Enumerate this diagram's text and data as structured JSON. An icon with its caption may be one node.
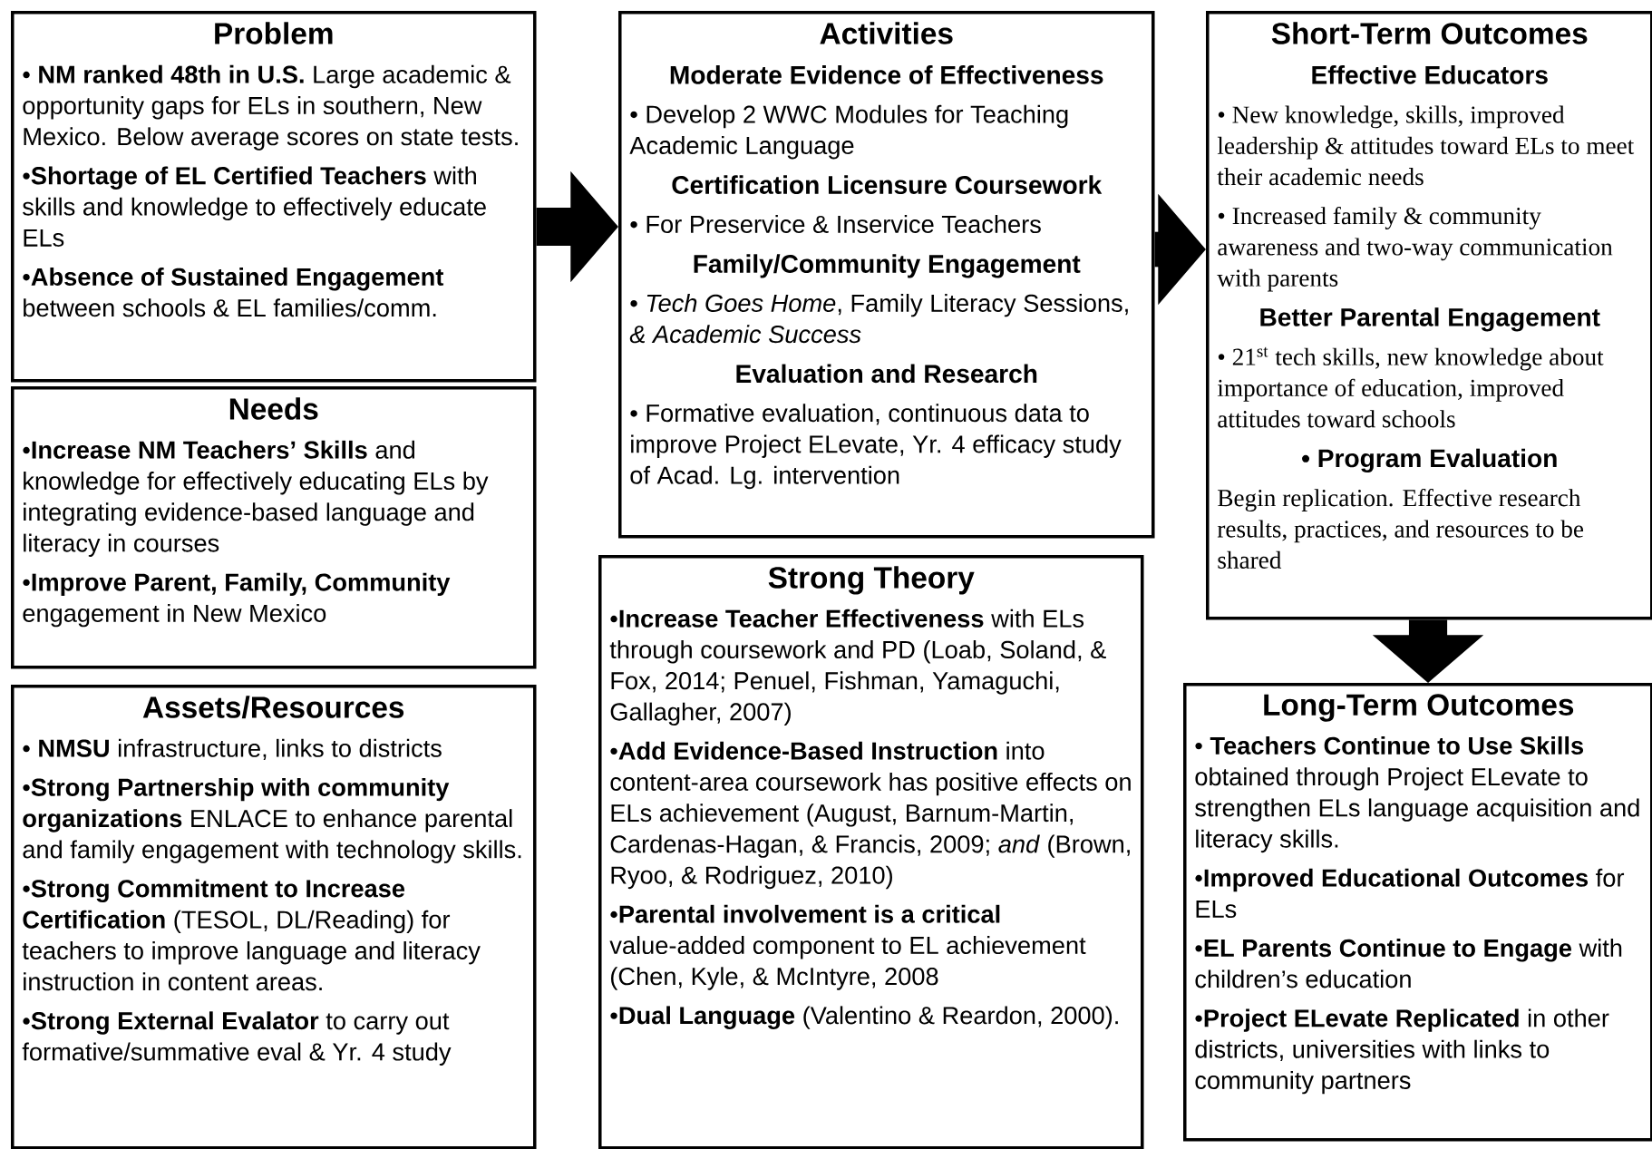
{
  "diagram": {
    "nodes": [
      {
        "text": [
          "Problem",
          "• **NM ranked 48th in U.S.** Large academic & opportunity gaps for ELs in southern, New Mexico. Below average scores on state tests.",
          "•**Shortage of EL Certified Teachers** with skills and knowledge to effectively educate ELs",
          "•**Absence of Sustained Engagement** between schools & EL families/comm."
        ]
      },
      {
        "text": [
          "Needs",
          "•**Increase NM Teachers’ Skills** and knowledge for effectively educating ELs by integrating evidence-based language and literacy in courses",
          "•**Improve Parent, Family, Community** engagement in New Mexico"
        ]
      },
      {
        "text": [
          "Assets/Resources",
          "• **NMSU** infrastructure, links to districts",
          "•**Strong Partnership with community organizations** ENLACE to enhance parental and family engagement with technology skills.",
          "•**Strong Commitment to Increase Certification** (TESOL, DL/Reading) for teachers to improve language and literacy instruction in content areas.",
          "•**Strong External Evalator** to carry out formative/summative eval & Yr. 4 study"
        ]
      },
      {
        "text": [
          "Activities",
          "Moderate Evidence of Effectiveness",
          "• Develop 2 WWC Modules for Teaching Academic Language",
          "Certification Licensure Coursework",
          "• For Preservice & Inservice Teachers",
          "Family/Community Engagement",
          "• *Tech Goes Home*, Family Literacy Sessions, *& Academic Success*",
          "Evaluation and Research",
          "• Formative evaluation, continuous data to improve Project ELevate, Yr. 4 efficacy study of Acad. Lg. intervention"
        ]
      },
      {
        "text": [
          "Strong Theory",
          "•**Increase Teacher Effectiveness** with ELs through coursework and PD (Loab, Soland, & Fox, 2014; Penuel, Fishman, Yamaguchi, Gallagher, 2007)",
          "•**Add Evidence-Based Instruction** into content-area coursework has positive effects on ELs achievement (August, Barnum-Martin, Cardenas-Hagan, & Francis, 2009; *and* (Brown, Ryoo, & Rodriguez, 2010)",
          "•**Parental involvement is a critical** value-added component to EL achievement (Chen, Kyle, & McIntyre, 2008",
          "•**Dual Language** (Valentino & Reardon, 2000)."
        ]
      },
      {
        "text": [
          "Short-Term Outcomes",
          "Effective Educators",
          "• New knowledge, skills, improved leadership & attitudes toward ELs to meet their academic needs",
          "• Increased family & community awareness and two-way communication with parents",
          "Better Parental Engagement",
          "• 21$^{st}$ tech skills, new knowledge about importance of education, improved attitudes toward schools",
          "• Program Evaluation",
          "Begin replication. Effective research results, practices, and resources to be shared"
        ]
      },
      {
        "text": [
          "Long-Term Outcomes",
          "• **Teachers Continue to Use Skills** obtained through Project ELevate to strengthen ELs language acquisition and literacy skills.",
          "•**Improved Educational Outcomes** for ELs",
          "•**EL Parents Continue to Engage** with children’s education",
          "•**Project ELevate Replicated** in other districts, universities with links to community partners"
        ]
      }
    ],
    "edges": [
      {
        "from": 0,
        "to": 3,
        "arrow": "to"
      },
      {
        "from": 3,
        "to": 5,
        "arrow": "to"
      },
      {
        "from": 5,
        "to": 6,
        "arrow": "to"
      }
    ]
  }
}
